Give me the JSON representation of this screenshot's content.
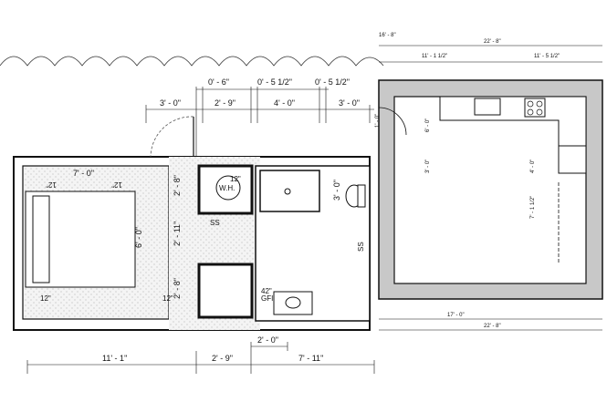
{
  "top_dims": {
    "d1": "0' - 6\"",
    "d2": "0' - 5 1/2\"",
    "d3": "0' - 5 1/2\"",
    "d4": "3' - 0\"",
    "d5": "2' - 9\"",
    "d6": "4' - 0\"",
    "d7": "3' - 0\""
  },
  "bedroom": {
    "width_dim": "7' - 0\"",
    "depth_dim": "6' - 0\"",
    "outlet_a": "12\"",
    "outlet_b": "12\"",
    "outlet_c": "12\"",
    "outlet_d": "12\""
  },
  "closet": {
    "dim_a": "2' - 8\"",
    "dim_b": "2' - 11\"",
    "dim_c": "2' - 8\"",
    "wh_label": "W.H.",
    "wh_size": "12\"",
    "ss_label": "SS"
  },
  "bath": {
    "dim_toilet": "3' - 0\"",
    "gfi_size": "42\"",
    "gfi_label": "GFI",
    "ss_label": "SS"
  },
  "bottom_dims": {
    "d1": "11' - 1\"",
    "d2": "2' - 9\"",
    "d3": "2' - 0\"",
    "d4": "7' - 11\""
  },
  "cabin": {
    "top_overall": "16' - 8\"",
    "top_total": "22' - 8\"",
    "top_left": "11' - 1 1/2\"",
    "top_right": "11' - 5 1/2\"",
    "bottom_total": "22' - 8\"",
    "bottom_sub": "17' - 0\"",
    "side_dims": [
      "6' - 0\"",
      "3' - 0\"",
      "7' - 1 1/2\"",
      "4' - 0\"",
      "1' - 0\""
    ]
  }
}
